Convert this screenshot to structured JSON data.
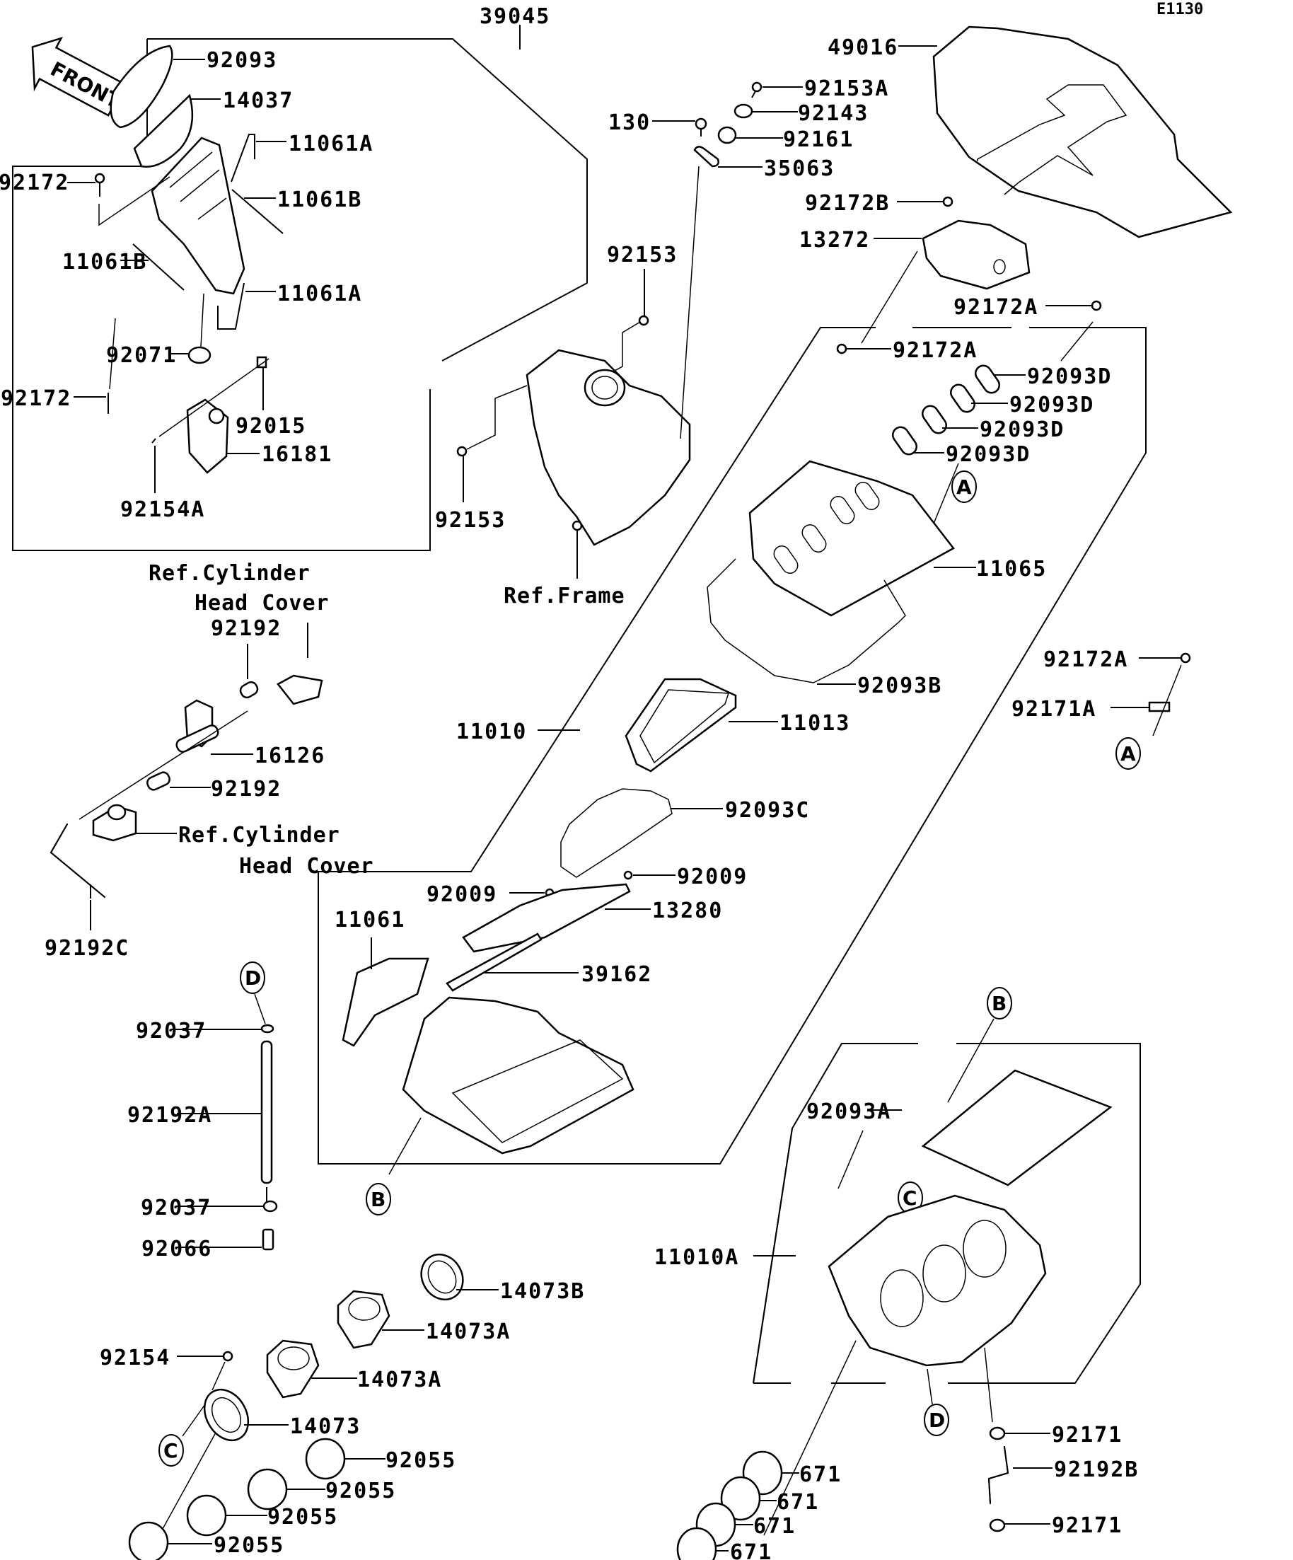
{
  "diagram": {
    "code": "E1130",
    "front_label": "FRONT",
    "group_labels": {
      "g39045": "39045",
      "g11010": "11010",
      "g11010A": "11010A"
    },
    "parts": {
      "p92093": "92093",
      "p14037": "14037",
      "p11061A_1": "11061A",
      "p92172_1": "92172",
      "p11061B_1": "11061B",
      "p11061B_2": "11061B",
      "p11061A_2": "11061A",
      "p92071": "92071",
      "p92172_2": "92172",
      "p92015": "92015",
      "p16181": "16181",
      "p92154A": "92154A",
      "p49016": "49016",
      "p92153A": "92153A",
      "p92143": "92143",
      "p130": "130",
      "p92161": "92161",
      "p35063": "35063",
      "p92172B": "92172B",
      "p13272": "13272",
      "p92153_1": "92153",
      "p92153_2": "92153",
      "p92172A_1": "92172A",
      "p92172A_2": "92172A",
      "p92093D_1": "92093D",
      "p92093D_2": "92093D",
      "p92093D_3": "92093D",
      "p92093D_4": "92093D",
      "p11065": "11065",
      "p92093B": "92093B",
      "p92172A_3": "92172A",
      "p92171A": "92171A",
      "p11013": "11013",
      "p92093C": "92093C",
      "p92192_1": "92192",
      "p16126": "16126",
      "p92192_2": "92192",
      "p92192C": "92192C",
      "p92009_1": "92009",
      "p92009_2": "92009",
      "p13280": "13280",
      "p11061": "11061",
      "p39162": "39162",
      "p92037_1": "92037",
      "p92192A": "92192A",
      "p92037_2": "92037",
      "p92066": "92066",
      "p92093A": "92093A",
      "p14073B": "14073B",
      "p14073A_1": "14073A",
      "p14073A_2": "14073A",
      "p92154": "92154",
      "p14073": "14073",
      "p92055_1": "92055",
      "p92055_2": "92055",
      "p92055_3": "92055",
      "p92055_4": "92055",
      "p92171_1": "92171",
      "p92192B": "92192B",
      "p92171_2": "92171",
      "p671_1": "671",
      "p671_2": "671",
      "p671_3": "671",
      "p671_4": "671"
    },
    "references": {
      "ref_cyl_1_line1": "Ref.Cylinder",
      "ref_cyl_1_line2": "Head Cover",
      "ref_cyl_2_line1": "Ref.Cylinder",
      "ref_cyl_2_line2": "Head Cover",
      "ref_frame": "Ref.Frame"
    },
    "callouts": {
      "A1": "A",
      "A2": "A",
      "B1": "B",
      "B2": "B",
      "C1": "C",
      "C2": "C",
      "D1": "D",
      "D2": "D"
    }
  }
}
